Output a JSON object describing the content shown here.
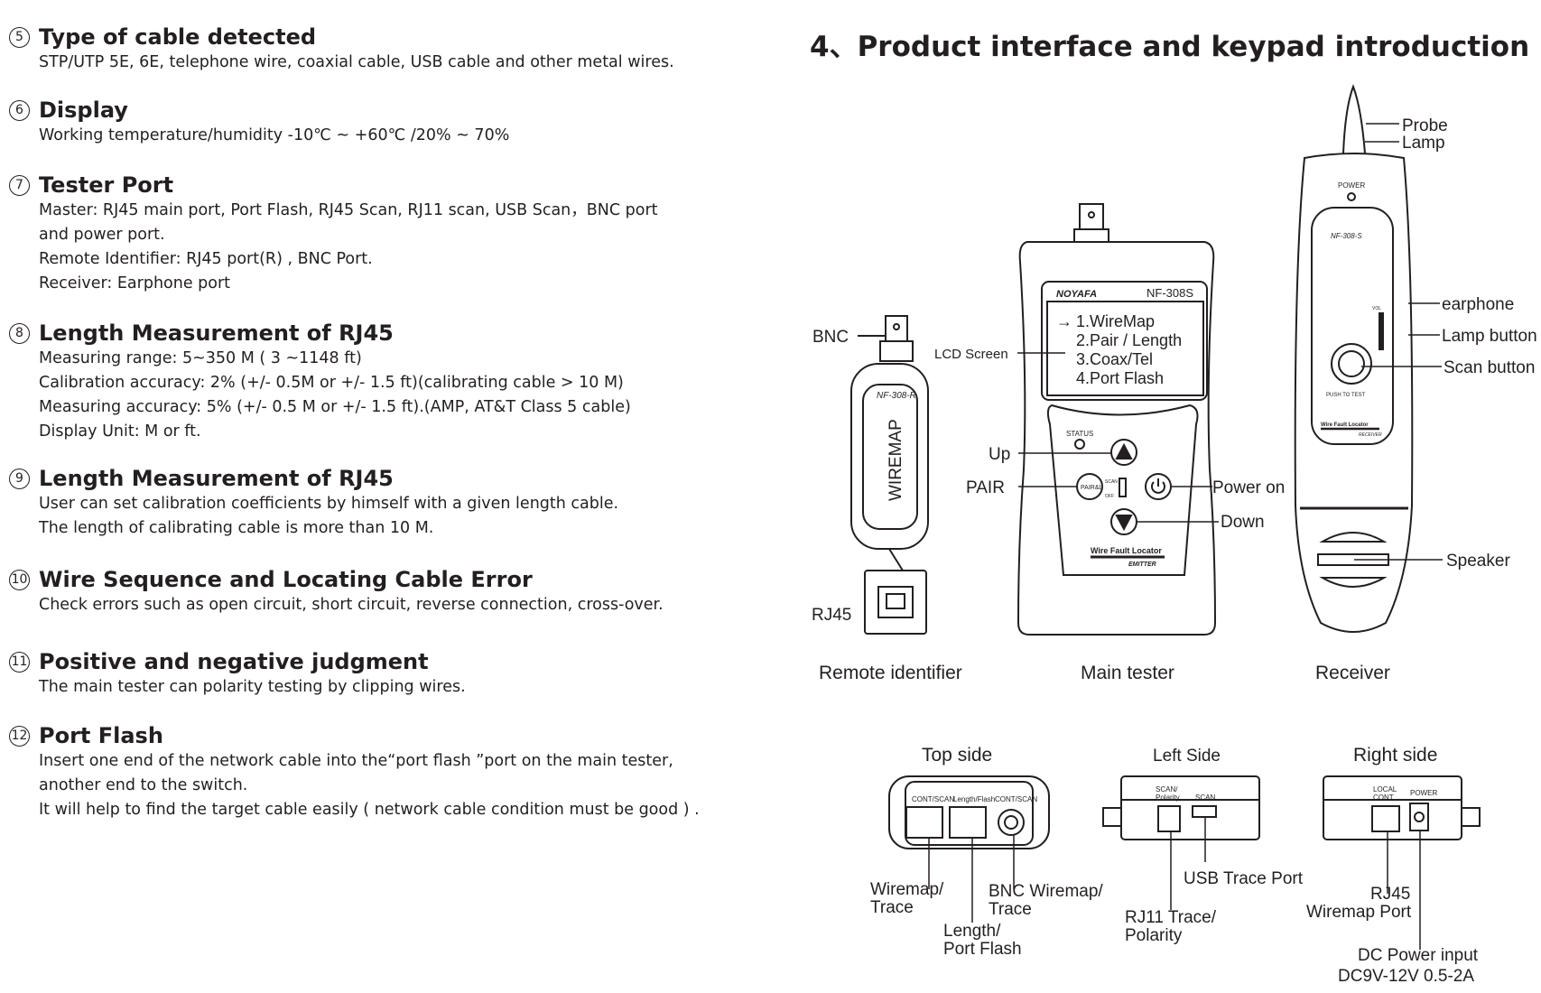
{
  "sections": [
    {
      "num": "5",
      "title": "Type of cable detected",
      "lines": [
        "STP/UTP 5E, 6E, telephone wire, coaxial cable, USB cable and other metal wires."
      ]
    },
    {
      "num": "6",
      "title": "Display",
      "lines": [
        "Working temperature/humidity  -10℃ ~ +60℃ /20% ~ 70%"
      ]
    },
    {
      "num": "7",
      "title": "Tester Port",
      "lines": [
        "Master: RJ45 main port, Port Flash, RJ45 Scan, RJ11 scan, USB Scan，BNC port",
        "and power port.",
        "Remote Identifier: RJ45 port(R) , BNC Port.",
        "Receiver: Earphone port"
      ]
    },
    {
      "num": "8",
      "title": "Length Measurement of  RJ45",
      "lines": [
        "Measuring range: 5~350 M ( 3 ~1148 ft)",
        "Calibration accuracy: 2% (+/- 0.5M or  +/- 1.5 ft)(calibrating cable > 10 M)",
        "Measuring accuracy: 5% (+/- 0.5 M or  +/- 1.5 ft).(AMP, AT&T Class 5 cable)",
        "Display Unit: M or ft."
      ]
    },
    {
      "num": "9",
      "title": "Length Measurement of  RJ45",
      "lines": [
        "User can set calibration coefficients by himself with a given length cable.",
        "The length of calibrating cable is more than 10 M."
      ]
    },
    {
      "num": "10",
      "title": "Wire Sequence and Locating Cable Error",
      "lines": [
        "Check errors such as open circuit, short circuit, reverse connection, cross-over."
      ]
    },
    {
      "num": "11",
      "title": "Positive and negative judgment",
      "lines": [
        "The main tester can polarity testing by clipping wires."
      ]
    },
    {
      "num": "12",
      "title": "Port Flash",
      "lines": [
        "Insert one end of the network cable into the“port flash ”port on the main tester,",
        "another end to the switch.",
        "It will help to find the target cable easily ( network cable condition must be good ) ."
      ]
    }
  ],
  "interface": {
    "title": "4、Product interface and keypad introduction",
    "remote": {
      "caption": "Remote identifier",
      "bnc": "BNC",
      "rj45": "RJ45",
      "model": "NF-308-R",
      "body_text": "WIREMAP"
    },
    "main": {
      "caption": "Main tester",
      "brand": "NOYAFA",
      "model": "NF-308S",
      "lcd_label": "LCD Screen",
      "menu": [
        "1.WireMap",
        "2.Pair / Length",
        "3.Coax/Tel",
        "4.Port  Flash"
      ],
      "arrow": "→",
      "status": "STATUS",
      "pair_btn": "PAIR&L",
      "scan": "SCAN",
      "off": "OFF",
      "up": "Up",
      "pair": "PAIR",
      "power_on": "Power on",
      "down": "Down",
      "footer1": "Wire Fault Locator",
      "footer2": "EMITTER"
    },
    "receiver": {
      "caption": "Receiver",
      "power": "POWER",
      "model": "NF-308-S",
      "vol": "VOL",
      "push": "PUSH TO TEST",
      "footer1": "Wire Fault Locator",
      "footer2": "RECEIVER",
      "probe": "Probe",
      "lamp": "Lamp",
      "earphone": "earphone",
      "lamp_button": "Lamp button",
      "scan_button": "Scan button",
      "speaker": "Speaker"
    }
  },
  "sides": {
    "top": {
      "title": "Top side",
      "ports": [
        "CONT/SCAN",
        "Length/Flash",
        "CONT/SCAN"
      ],
      "l1a": "Wiremap/",
      "l1b": "Trace",
      "l2a": "Length/",
      "l2b": "Port Flash",
      "l3a": "BNC Wiremap/",
      "l3b": "Trace"
    },
    "left": {
      "title": "Left  Side",
      "p1a": "SCAN/",
      "p1b": "Polarity",
      "p2": "SCAN",
      "usb": "USB Trace Port",
      "rj11a": "RJ11 Trace/",
      "rj11b": "Polarity"
    },
    "right": {
      "title": "Right side",
      "p1a": "LOCAL",
      "p1b": "CONT",
      "p2": "POWER",
      "rj45a": "RJ45",
      "rj45b": "Wiremap Port",
      "dc1": "DC Power input",
      "dc2": "DC9V-12V 0.5-2A"
    }
  }
}
